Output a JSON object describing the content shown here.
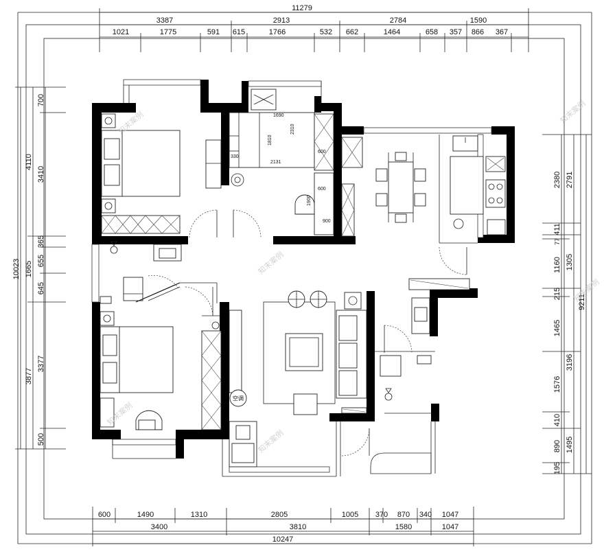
{
  "dims": {
    "top_total": "11279",
    "top_mid": [
      "3387",
      "2913",
      "2784",
      "1590"
    ],
    "top_seg": [
      "1021",
      "1775",
      "591",
      "615",
      "1766",
      "532",
      "662",
      "1464",
      "658",
      "357",
      "866",
      "367"
    ],
    "bottom_seg": [
      "600",
      "1490",
      "1310",
      "2805",
      "1005",
      "370",
      "870",
      "340",
      "1047"
    ],
    "bottom_mid": [
      "3400",
      "3810",
      "1580",
      "1047"
    ],
    "bottom_total": "10247",
    "left_total": "10023",
    "left_mid": [
      "4110",
      "1665",
      "3877"
    ],
    "left_seg": [
      "700",
      "3410",
      "365",
      "655",
      "645",
      "3377",
      "500"
    ],
    "right_total": "9211",
    "right_mid": [
      "2791",
      "1305",
      "3196",
      "1495"
    ],
    "right_seg": [
      "2380",
      "411",
      "77",
      "1160",
      "215",
      "1465",
      "1576",
      "410",
      "890",
      "195"
    ]
  },
  "room_dims": {
    "closet_w": "1690",
    "closet_h1": "1810",
    "closet_h2": "2310",
    "closet_d": "2131",
    "closet_side": "330",
    "cab_1": "600",
    "cab_2": "600",
    "cab_3": "900",
    "step": "1900"
  },
  "labels": {
    "ac": "空调"
  },
  "watermarks": [
    "知末案例",
    "知末案例",
    "知末案例",
    "知末案例",
    "知末案例",
    "知末案例"
  ]
}
